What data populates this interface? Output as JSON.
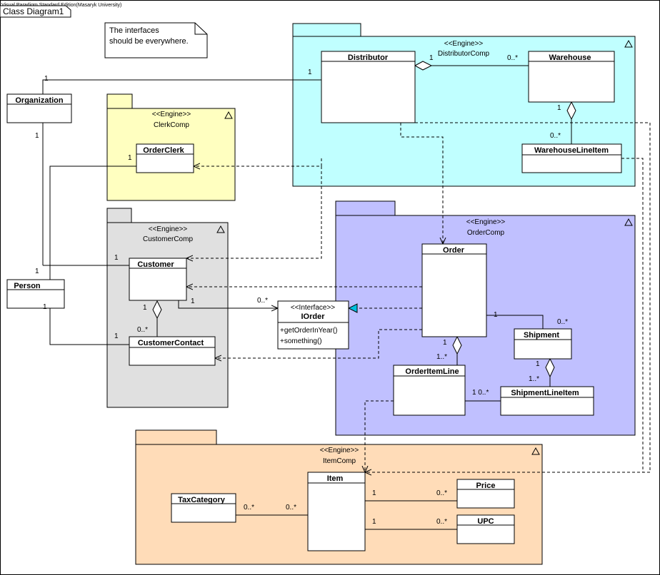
{
  "watermark": "Visual Paradigm Standard Edition(Masaryk University)",
  "diagram_tab": "Class Diagram1",
  "note": {
    "line1": "The interfaces",
    "line2": "should be everywhere."
  },
  "colors": {
    "distributor_pkg": "#c0ffff",
    "clerk_pkg": "#ffffc0",
    "customer_pkg": "#e0e0e0",
    "order_pkg": "#c0c0ff",
    "item_pkg": "#ffdcb8"
  },
  "packages": {
    "distributor": {
      "stereotype": "<<Engine>>",
      "name": "DistributorComp"
    },
    "clerk": {
      "stereotype": "<<Engine>>",
      "name": "ClerkComp"
    },
    "customer": {
      "stereotype": "<<Engine>>",
      "name": "CustomerComp"
    },
    "order": {
      "stereotype": "<<Engine>>",
      "name": "OrderComp"
    },
    "item": {
      "stereotype": "<<Engine>>",
      "name": "ItemComp"
    }
  },
  "classes": {
    "organization": "Organization",
    "person": "Person",
    "distributor": "Distributor",
    "warehouse": "Warehouse",
    "warehouse_line_item": "WarehouseLineItem",
    "order_clerk": "OrderClerk",
    "customer": "Customer",
    "customer_contact": "CustomerContact",
    "order": "Order",
    "shipment": "Shipment",
    "order_item_line": "OrderItemLine",
    "shipment_line_item": "ShipmentLineItem",
    "item": "Item",
    "tax_category": "TaxCategory",
    "price": "Price",
    "upc": "UPC"
  },
  "interface": {
    "stereotype": "<<Interface>>",
    "name": "IOrder",
    "op1": "+getOrderInYear()",
    "op2": "+something()"
  },
  "multiplicities": {
    "org_dist_org": "1",
    "org_dist_dist": "1",
    "org_person_org": "1",
    "org_person_person": "1",
    "dist_wh_dist": "1",
    "dist_wh_wh": "0..*",
    "wh_wli_wh": "1",
    "wh_wli_wli": "0..*",
    "clerk_person": "1",
    "customer_person_customer": "1",
    "customer_iorder_customer": "1",
    "customer_iorder_iorder": "0..*",
    "customer_cc_customer": "1",
    "customer_cc_cc": "0..*",
    "person_cc_cc": "1",
    "order_shipment_order": "1",
    "order_shipment_shipment": "0..*",
    "order_oil_order": "1",
    "order_oil_oil": "1..*",
    "shipment_sli_shipment": "1",
    "shipment_sli_sli": "1..*",
    "oil_sli": "1 0..*",
    "tax_item_tax": "0..*",
    "tax_item_item": "0..*",
    "item_price_item": "1",
    "item_price_price": "0..*",
    "item_upc_item": "1",
    "item_upc_upc": "0..*"
  }
}
